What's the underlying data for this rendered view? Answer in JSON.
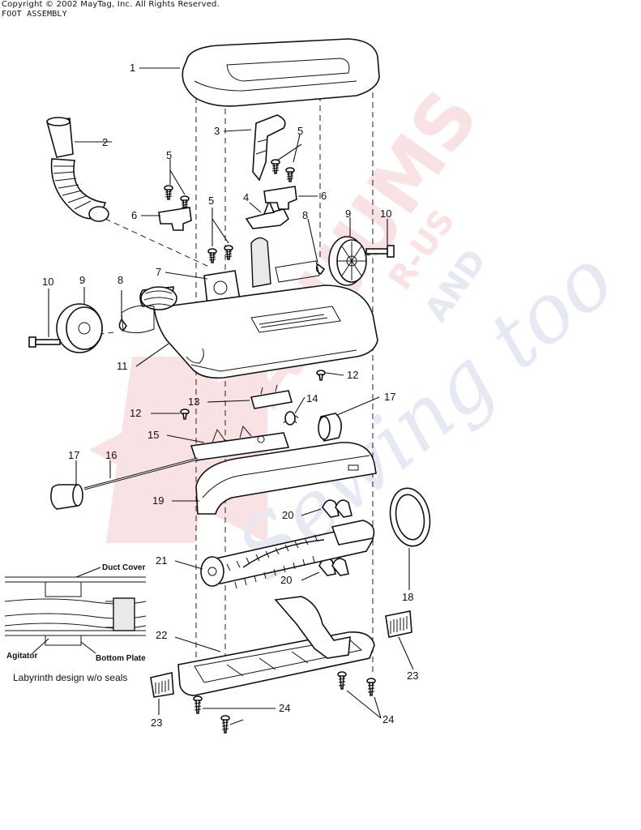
{
  "header": {
    "copyright": "Copyright © 2002 MayTag, Inc. All Rights Reserved.",
    "title": "FOOT ASSEMBLY"
  },
  "callouts": [
    "1",
    "2",
    "3",
    "4",
    "5",
    "6",
    "7",
    "8",
    "9",
    "10",
    "11",
    "12",
    "13",
    "14",
    "15",
    "16",
    "17",
    "18",
    "19",
    "20",
    "21",
    "22",
    "23",
    "24"
  ],
  "inset": {
    "duct_cover": "Duct Cover",
    "agitator": "Agitator",
    "bottom_plate": "Bottom Plate",
    "caption": "Labyrinth design w/o seals"
  },
  "watermark": {
    "line1": "R-US",
    "line2": "AND",
    "brand": "VACUUMS",
    "script": "Sewing too",
    "red": "#d01f2a",
    "blue": "#3d4fa8"
  }
}
